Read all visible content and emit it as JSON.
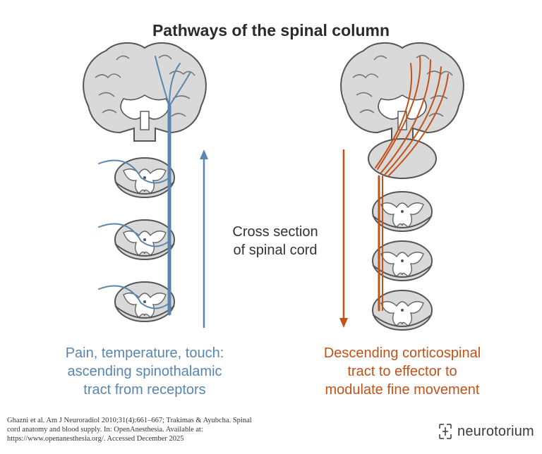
{
  "title": "Pathways of the spinal column",
  "center_label": [
    "Cross section",
    "of spinal cord"
  ],
  "left_caption": [
    "Pain, temperature, touch:",
    "ascending spinothalamic",
    "tract from receptors"
  ],
  "right_caption": [
    "Descending corticospinal",
    "tract to effector to",
    "modulate fine movement"
  ],
  "reference": [
    "Ghazni et al. Am J Neuroradiol 2010;31(4):661–667; Trakimas & Ayubcha. Spinal",
    "cord anatomy and blood supply. In: OpenAnesthesia. Available at:",
    "https://www.openanesthesia.org/. Accessed December 2025"
  ],
  "brand": {
    "name": "neurotorium",
    "icon": "neurotorium-logo-icon"
  },
  "colors": {
    "ascending": "#5a85ad",
    "descending": "#c0531a",
    "tissue": "#d9d9d9",
    "outline": "#555555"
  }
}
